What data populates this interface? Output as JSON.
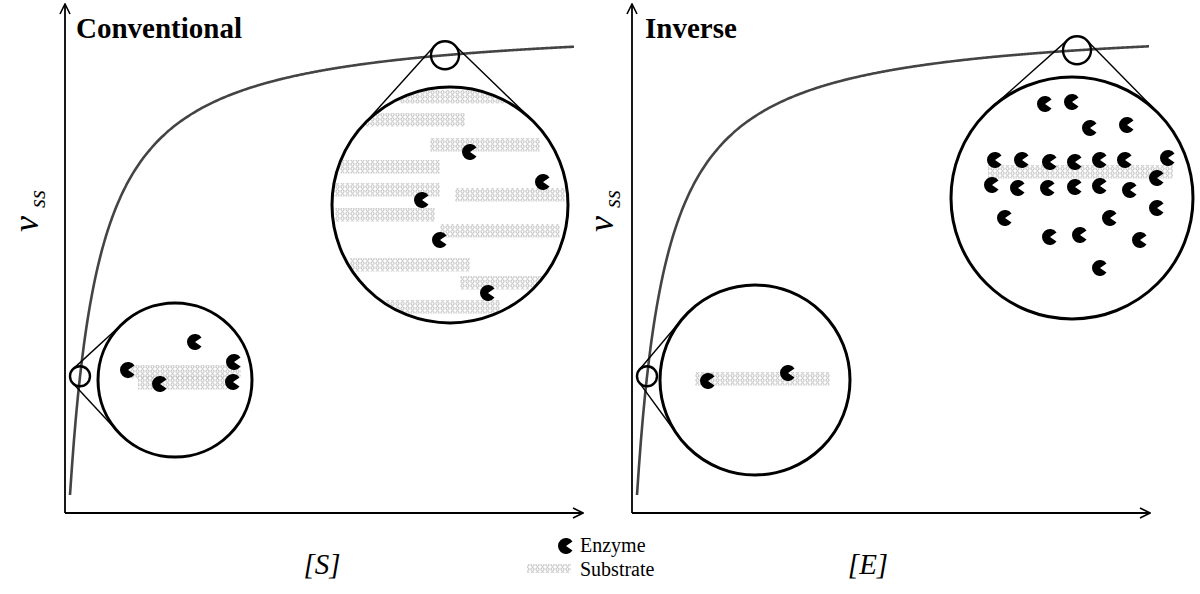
{
  "diagram": {
    "labels": [
      "Conventional",
      "v",
      "ss",
      "[S]",
      "Inverse",
      "v",
      "ss",
      "[E]"
    ],
    "legend": [
      {
        "text": "Enzyme"
      },
      {
        "text": "Substrate"
      }
    ]
  }
}
